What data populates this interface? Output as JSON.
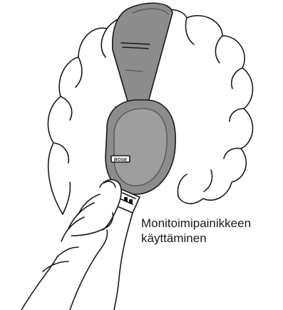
{
  "illustration": {
    "subject": "headphones-on-head",
    "brand_mark": "BOSE",
    "colors": {
      "line": "#1a1a1a",
      "headphone_fill": "#8c8c8c",
      "headphone_dark": "#5e5e5e",
      "paper": "#ffffff"
    }
  },
  "caption": {
    "line1": "Monitoimipainikkeen",
    "line2": "käyttäminen"
  }
}
